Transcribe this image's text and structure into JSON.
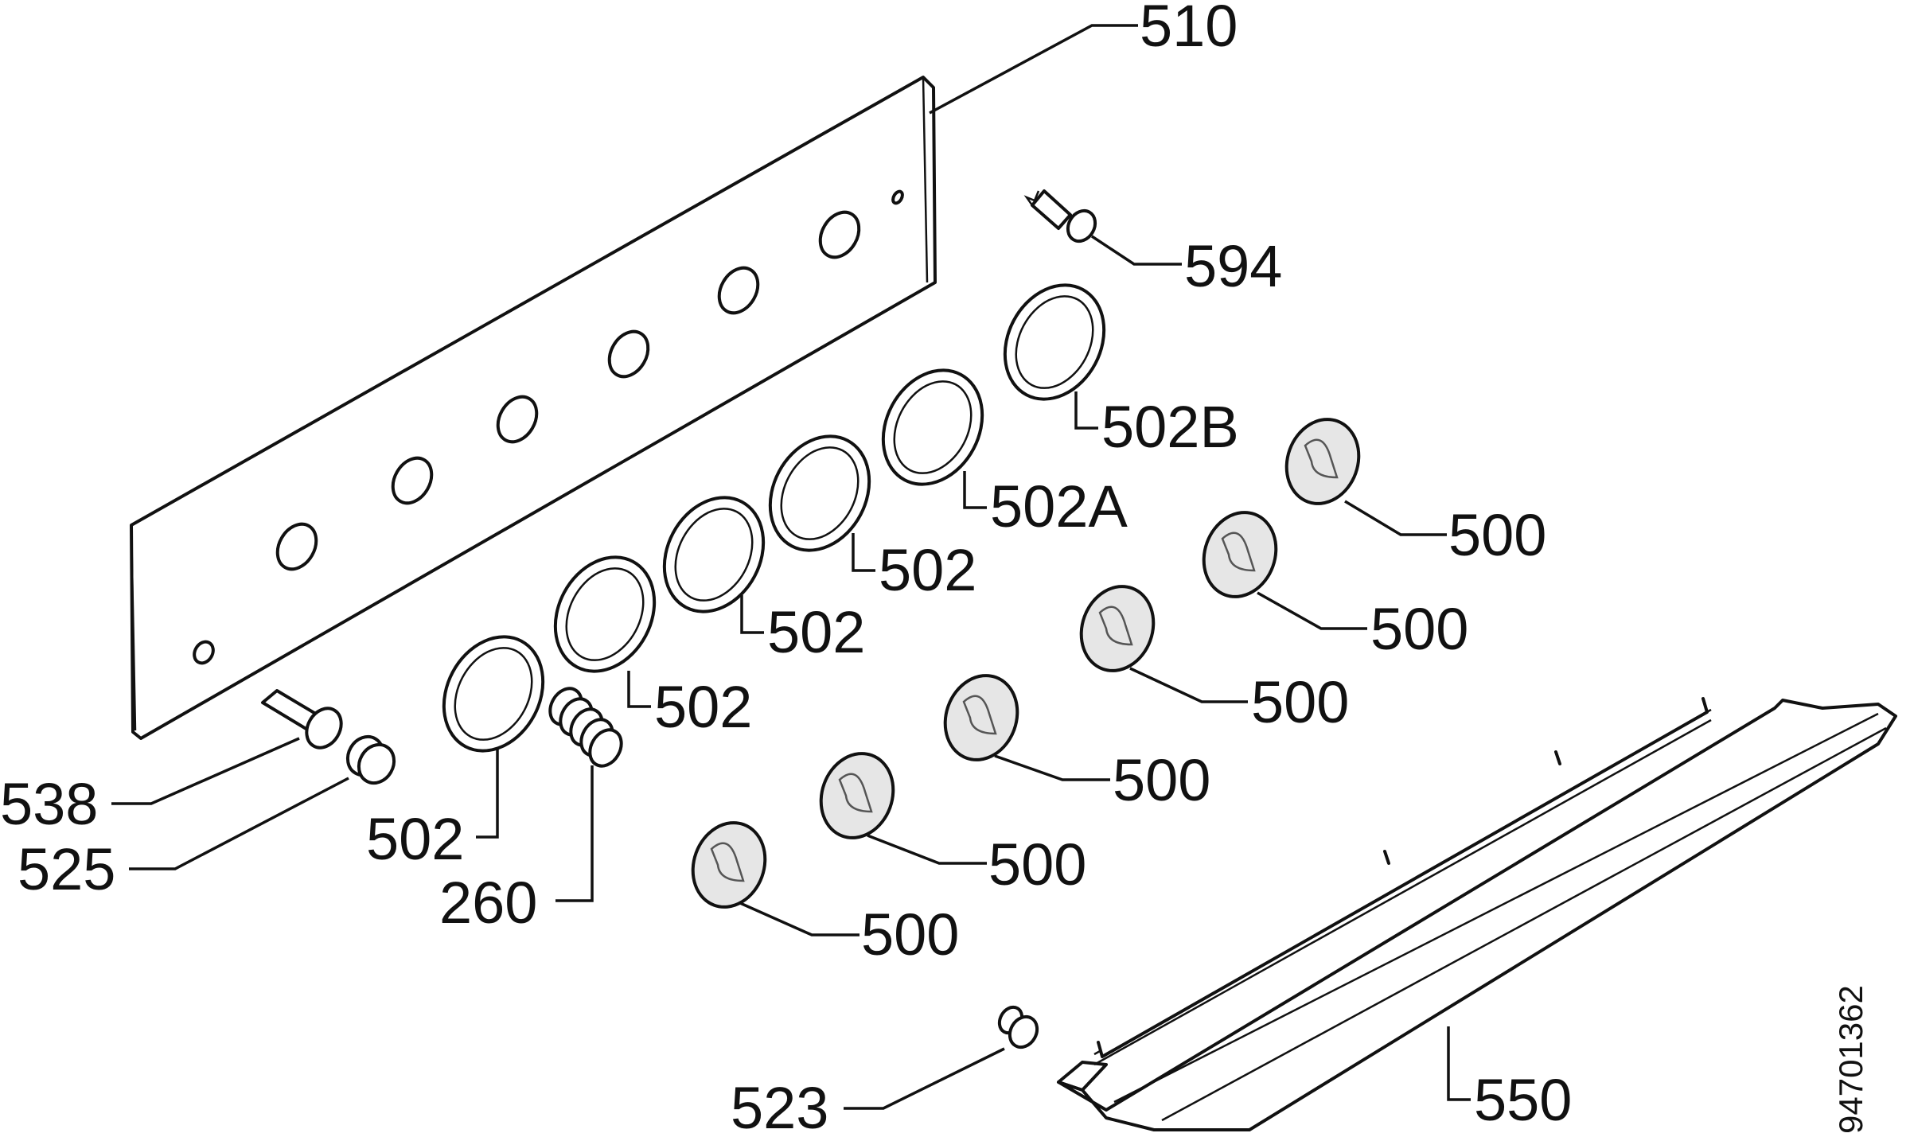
{
  "figure": {
    "code": "94701362"
  },
  "callouts": {
    "c510": "510",
    "c594": "594",
    "c502B": "502B",
    "c502A": "502A",
    "c502_a": "502",
    "c502_b": "502",
    "c502_c": "502",
    "c502_d": "502",
    "c500_a": "500",
    "c500_b": "500",
    "c500_c": "500",
    "c500_d": "500",
    "c500_e": "500",
    "c500_f": "500",
    "c538": "538",
    "c525": "525",
    "c260": "260",
    "c523": "523",
    "c550": "550"
  }
}
